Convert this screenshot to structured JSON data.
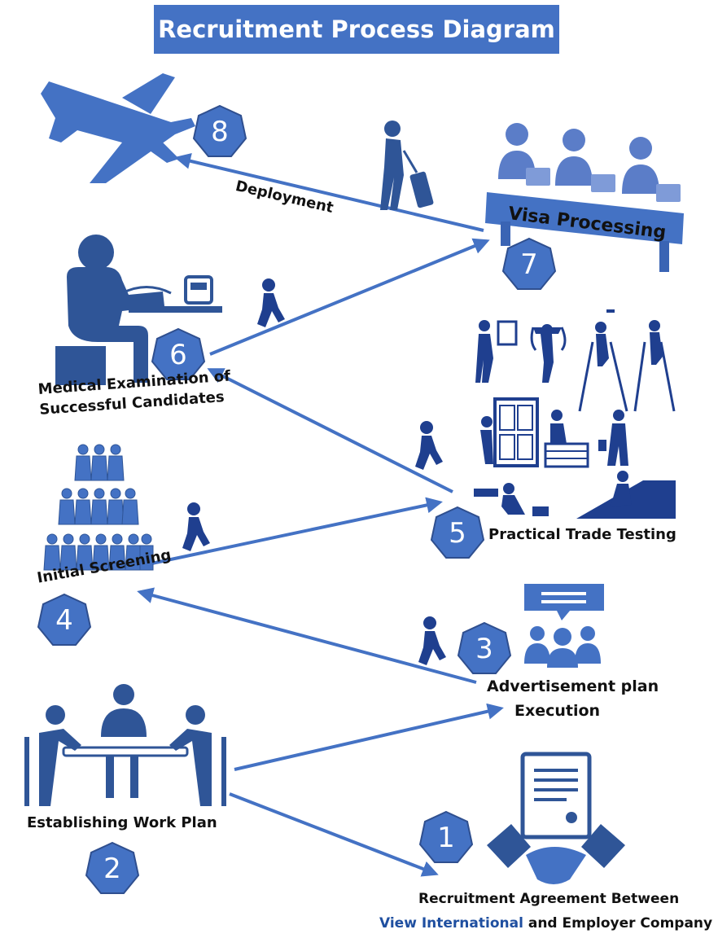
{
  "title": "Recruitment Process Diagram",
  "colors": {
    "accent": "#4472c4",
    "dark": "#1f3f8f",
    "title_bg": "#4472c4"
  },
  "steps": [
    {
      "number": "1",
      "label_line1": "Recruitment Agreement Between",
      "label_brand": "View International",
      "label_line2_rest": "and Employer Company",
      "icon": "handshake-contract-icon"
    },
    {
      "number": "2",
      "label": "Establishing Work Plan",
      "icon": "meeting-table-icon"
    },
    {
      "number": "3",
      "label_line1": "Advertisement plan",
      "label_line2": "Execution",
      "icon": "chat-audience-icon"
    },
    {
      "number": "4",
      "label": "Initial Screening",
      "icon": "crowd-icon"
    },
    {
      "number": "5",
      "label": "Practical Trade Testing",
      "icon": "trade-workers-icon"
    },
    {
      "number": "6",
      "label_line1": "Medical Examination of",
      "label_line2": "Successful Candidates",
      "icon": "medical-exam-icon"
    },
    {
      "number": "7",
      "label": "Visa Processing",
      "icon": "visa-desk-icon"
    },
    {
      "number": "8",
      "label": "Deployment",
      "icon": "airplane-icon"
    }
  ]
}
